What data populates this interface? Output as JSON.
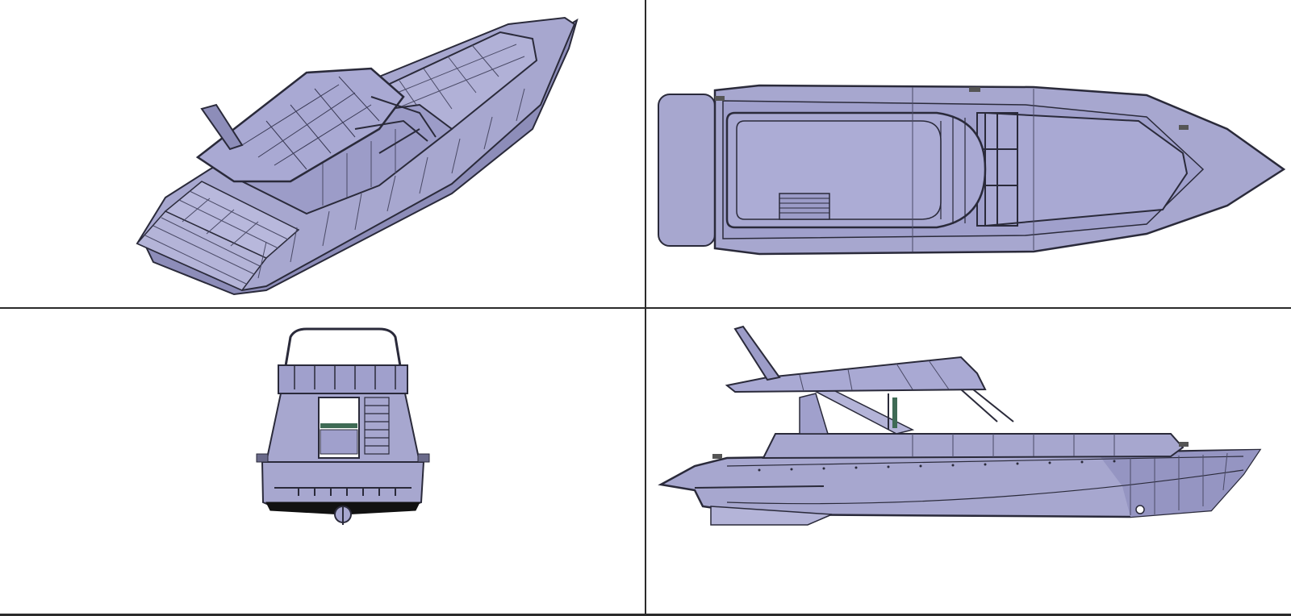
{
  "drawing": {
    "views": [
      "isometric",
      "top",
      "front",
      "side"
    ],
    "colors": {
      "hull_fill": "#a7a7cf",
      "hull_shadow": "#8d8db9",
      "hull_light": "#c4c4e2",
      "edge_line": "#2a2a3a",
      "panel_line": "#4a4a66",
      "background": "#ffffff",
      "divider": "#2b2b2b",
      "glass": "#3f6b55"
    }
  }
}
